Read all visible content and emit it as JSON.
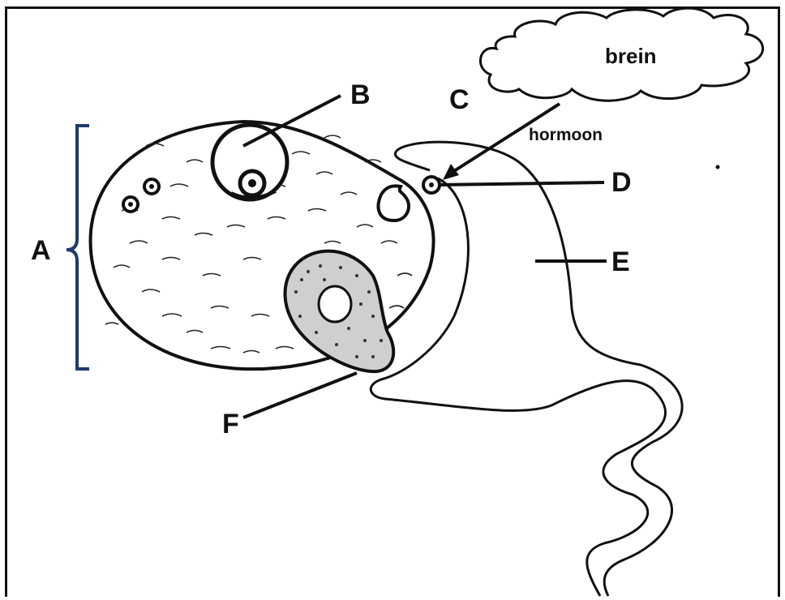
{
  "figure": {
    "labels": {
      "a": "A",
      "b": "B",
      "c": "C",
      "d": "D",
      "e": "E",
      "f": "F"
    },
    "cloud_text": "brein",
    "arrow_text": "hormoon",
    "colors": {
      "ink": "#111111",
      "bracket": "#1f3a6b",
      "background": "#ffffff"
    }
  }
}
